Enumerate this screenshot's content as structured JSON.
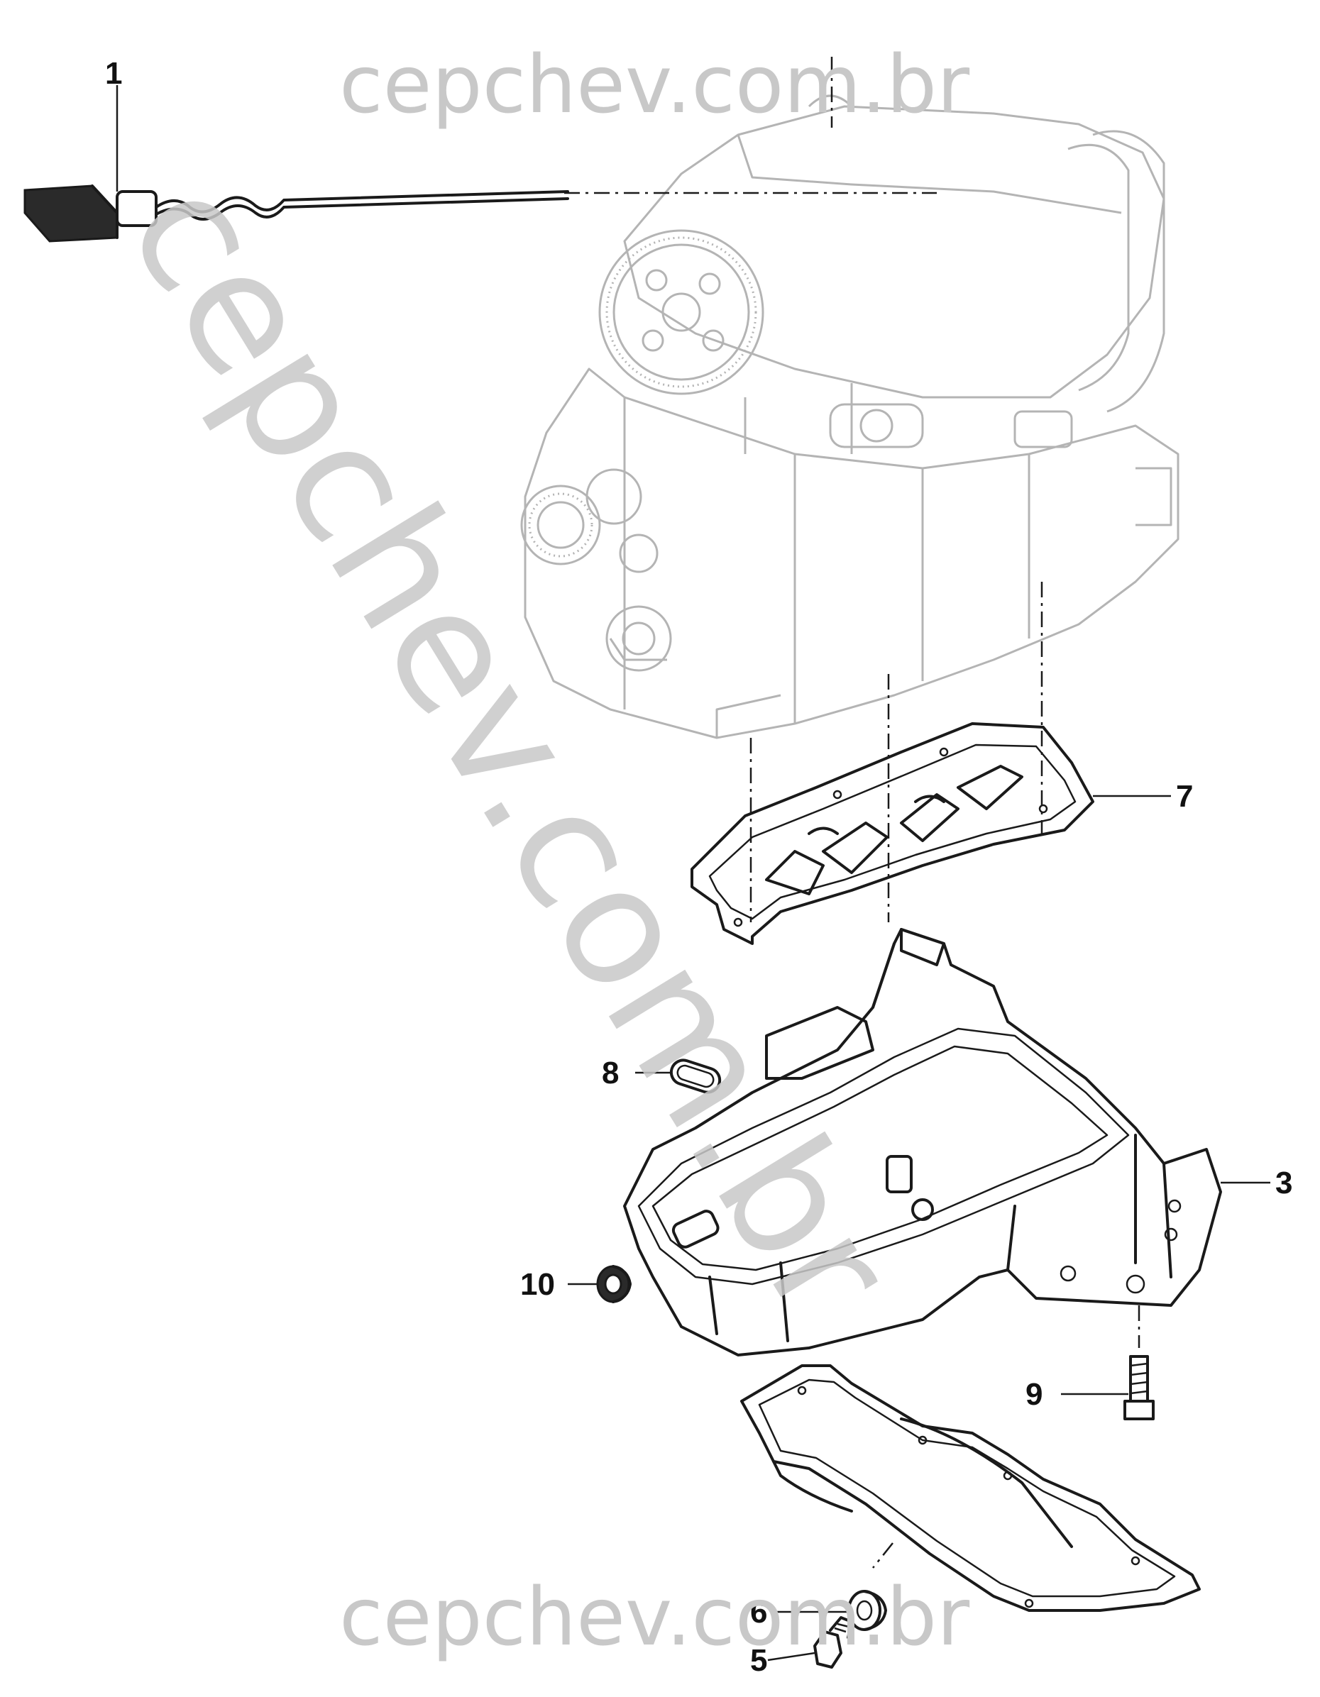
{
  "watermark": {
    "top": "cepchev.com.br",
    "bottom": "cepchev.com.br",
    "diagonal": "cepchev.com.br"
  },
  "callouts": [
    {
      "id": "1",
      "label": "1"
    },
    {
      "id": "7",
      "label": "7"
    },
    {
      "id": "8",
      "label": "8"
    },
    {
      "id": "3",
      "label": "3"
    },
    {
      "id": "10",
      "label": "10"
    },
    {
      "id": "9",
      "label": "9"
    },
    {
      "id": "6",
      "label": "6"
    },
    {
      "id": "5",
      "label": "5"
    }
  ],
  "colors": {
    "ink": "#1a1a1a",
    "engine_ghost": "#b4b4b4",
    "watermark": "#c8c8c8"
  }
}
